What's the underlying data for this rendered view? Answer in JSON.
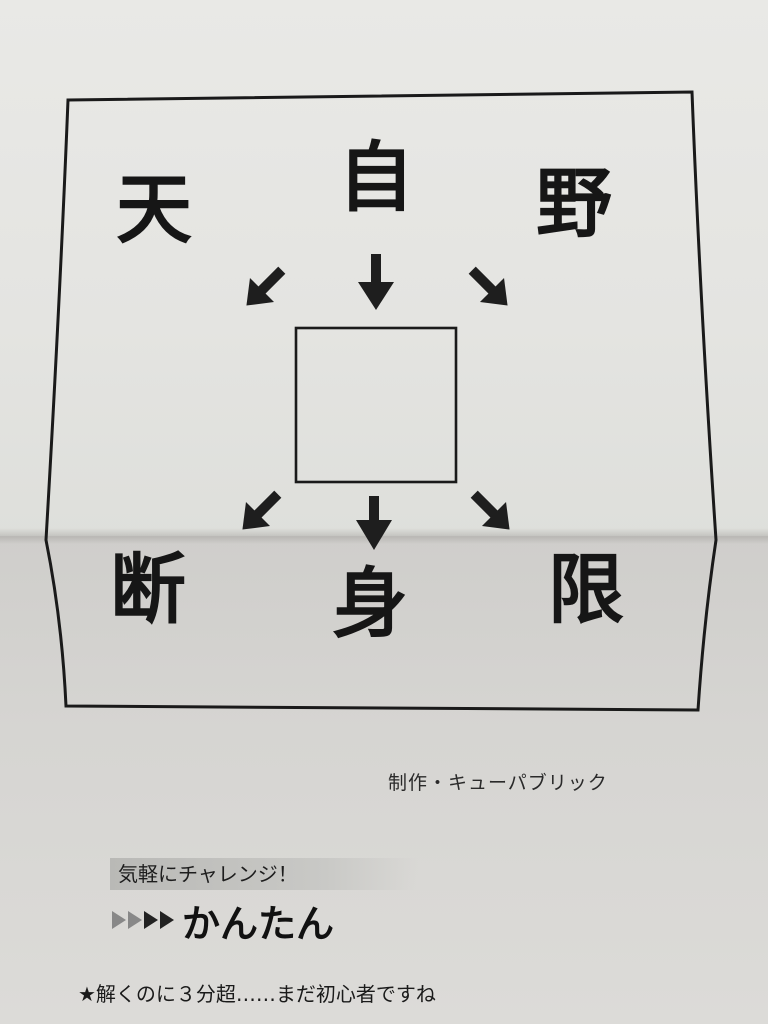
{
  "puzzle": {
    "top": [
      "天",
      "自",
      "野"
    ],
    "bottom": [
      "断",
      "身",
      "限"
    ]
  },
  "credit": "制作・キューパブリック",
  "tagline": "気軽にチャレンジ！",
  "level": "かんたん",
  "hints": [
    "★解くのに３分超……まだ初心者ですね"
  ]
}
